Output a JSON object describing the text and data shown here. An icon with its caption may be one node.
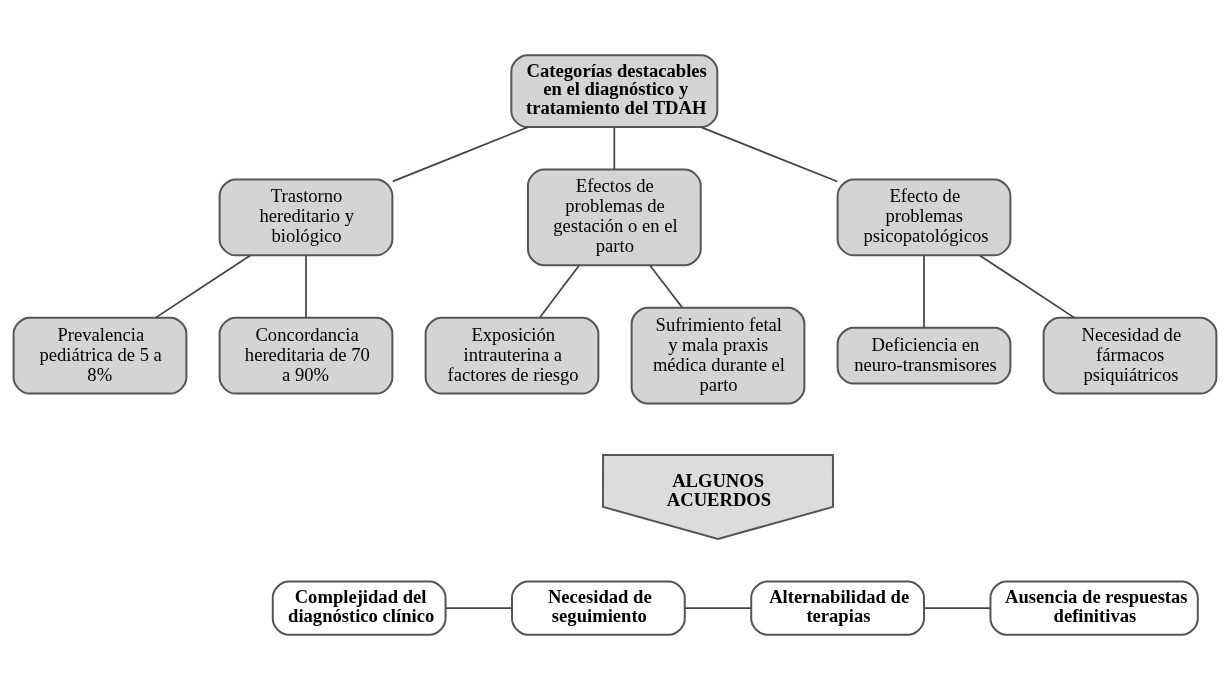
{
  "diagram": {
    "nodes": [
      {
        "text": [
          "Categorías destacables en el diagnóstico y tratamiento del TDAH"
        ]
      },
      {
        "text": [
          "Trastorno hereditario y biológico"
        ]
      },
      {
        "text": [
          "Efectos de problemas de gestación o en el parto"
        ]
      },
      {
        "text": [
          "Efecto de problemas psicopatológicos"
        ]
      },
      {
        "text": [
          "Prevalencia pediátrica de 5 a 8%"
        ]
      },
      {
        "text": [
          "Concordancia hereditaria de 70 a 90%"
        ]
      },
      {
        "text": [
          "Exposición intrauterina a factores de riesgo"
        ]
      },
      {
        "text": [
          "Sufrimiento fetal y mala praxis médica durante el parto"
        ]
      },
      {
        "text": [
          "Deficiencia en neuro-transmisores"
        ]
      },
      {
        "text": [
          "Necesidad de fármacos psiquiátricos"
        ]
      },
      {
        "text": [
          "ALGUNOS ACUERDOS"
        ]
      },
      {
        "text": [
          "Complejidad del diagnóstico clínico"
        ]
      },
      {
        "text": [
          "Necesidad de seguimiento"
        ]
      },
      {
        "text": [
          "Alternabilidad de terapias"
        ]
      },
      {
        "text": [
          "Ausencia de respuestas definitivas"
        ]
      }
    ],
    "edges": [
      {
        "from": 0,
        "to": 1,
        "arrow": "none"
      },
      {
        "from": 0,
        "to": 2,
        "arrow": "none"
      },
      {
        "from": 0,
        "to": 3,
        "arrow": "none"
      },
      {
        "from": 1,
        "to": 4,
        "arrow": "none"
      },
      {
        "from": 1,
        "to": 5,
        "arrow": "none"
      },
      {
        "from": 2,
        "to": 6,
        "arrow": "none"
      },
      {
        "from": 2,
        "to": 7,
        "arrow": "none"
      },
      {
        "from": 3,
        "to": 8,
        "arrow": "none"
      },
      {
        "from": 3,
        "to": 9,
        "arrow": "none"
      },
      {
        "from": 11,
        "to": 12,
        "arrow": "none"
      },
      {
        "from": 12,
        "to": 13,
        "arrow": "none"
      },
      {
        "from": 13,
        "to": 14,
        "arrow": "none"
      }
    ]
  }
}
